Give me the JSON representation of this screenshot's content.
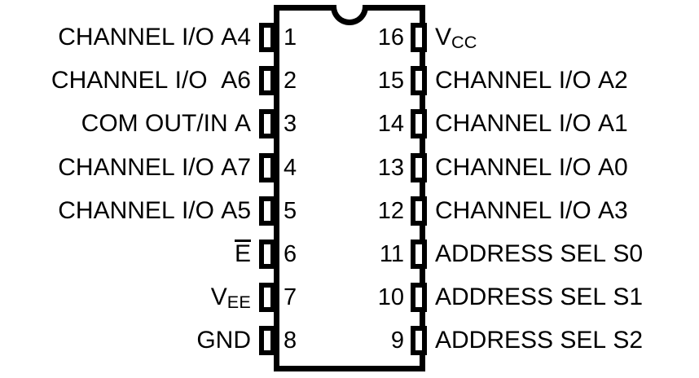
{
  "diagram": {
    "type": "dip-pinout",
    "package": "16-pin DIP",
    "orientation": "top-view-notch-up",
    "colors": {
      "ink": "#000000",
      "background": "#ffffff"
    },
    "pin_count": 16,
    "notch": "semicircle-top-center"
  },
  "left_pins": [
    {
      "number": "1",
      "label": "CHANNEL I/O A4",
      "overline": false,
      "subscript": ""
    },
    {
      "number": "2",
      "label": "CHANNEL I/O  A6",
      "overline": false,
      "subscript": ""
    },
    {
      "number": "3",
      "label": "COM OUT/IN A",
      "overline": false,
      "subscript": ""
    },
    {
      "number": "4",
      "label": "CHANNEL I/O A7",
      "overline": false,
      "subscript": ""
    },
    {
      "number": "5",
      "label": "CHANNEL I/O A5",
      "overline": false,
      "subscript": ""
    },
    {
      "number": "6",
      "label": "E",
      "overline": true,
      "subscript": ""
    },
    {
      "number": "7",
      "label": "V",
      "overline": false,
      "subscript": "EE"
    },
    {
      "number": "8",
      "label": "GND",
      "overline": false,
      "subscript": ""
    }
  ],
  "right_pins": [
    {
      "number": "16",
      "label": "V",
      "overline": false,
      "subscript": "CC"
    },
    {
      "number": "15",
      "label": "CHANNEL I/O A2",
      "overline": false,
      "subscript": ""
    },
    {
      "number": "14",
      "label": "CHANNEL I/O A1",
      "overline": false,
      "subscript": ""
    },
    {
      "number": "13",
      "label": "CHANNEL I/O A0",
      "overline": false,
      "subscript": ""
    },
    {
      "number": "12",
      "label": "CHANNEL I/O A3",
      "overline": false,
      "subscript": ""
    },
    {
      "number": "11",
      "label": "ADDRESS SEL S0",
      "overline": false,
      "subscript": ""
    },
    {
      "number": "10",
      "label": "ADDRESS SEL S1",
      "overline": false,
      "subscript": ""
    },
    {
      "number": "9",
      "label": "ADDRESS SEL S2",
      "overline": false,
      "subscript": ""
    }
  ]
}
